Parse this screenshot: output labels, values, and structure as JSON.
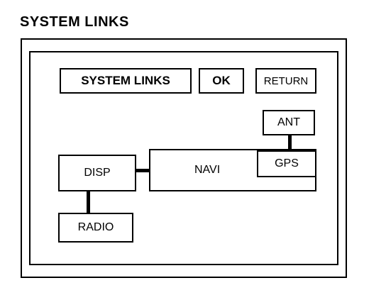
{
  "page": {
    "heading": "SYSTEM LINKS"
  },
  "buttons": {
    "system_links": "SYSTEM LINKS",
    "ok": "OK",
    "return": "RETURN"
  },
  "units": {
    "ant": "ANT",
    "gps": "GPS",
    "navi": "NAVI",
    "disp": "DISP",
    "radio": "RADIO"
  }
}
